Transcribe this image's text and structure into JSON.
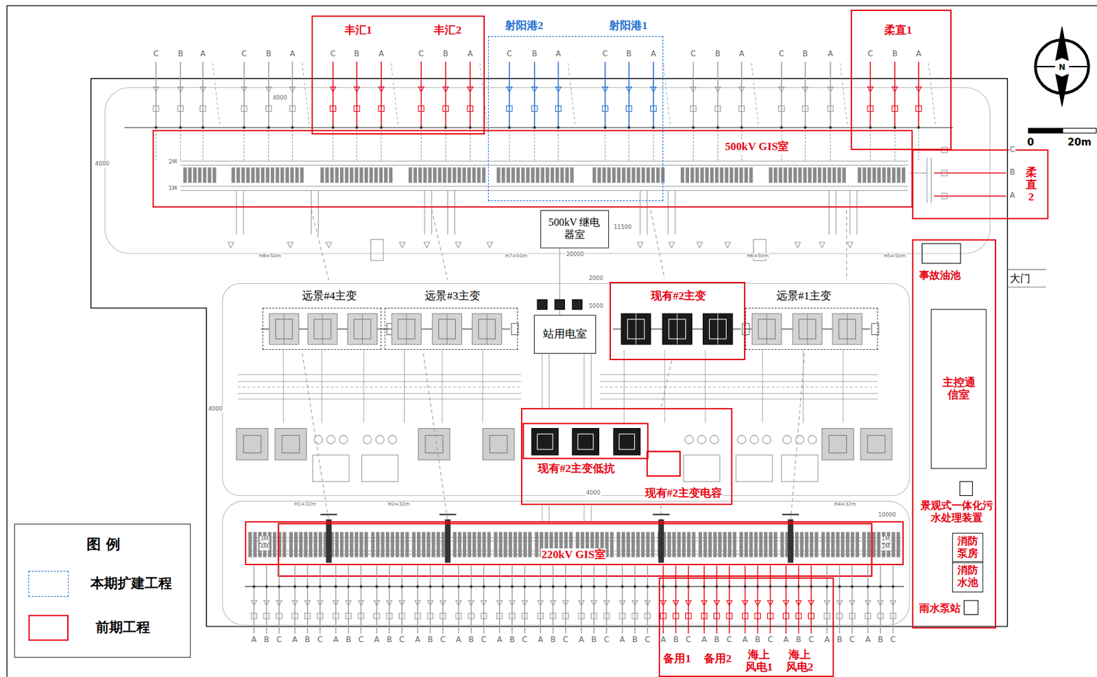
{
  "diagram": {
    "nodes": [
      {
        "text": [
          "丰汇1",
          "丰汇2"
        ]
      },
      {
        "text": [
          "射阳港2",
          "射阳港1"
        ]
      },
      {
        "text": [
          "柔直1"
        ]
      },
      {
        "text": [
          "500kV GIS室"
        ]
      },
      {
        "text": [
          "柔直2"
        ]
      },
      {
        "text": [
          "500kV 继电器室"
        ]
      },
      {
        "text": [
          "事故油池",
          "景观式一体化污水处理装置",
          "雨水泵站"
        ]
      },
      {
        "text": [
          "远景#4主变"
        ]
      },
      {
        "text": [
          "远景#3主变"
        ]
      },
      {
        "text": [
          "站用电室"
        ]
      },
      {
        "text": [
          "现有#2主变"
        ]
      },
      {
        "text": [
          "远景#1主变"
        ]
      },
      {
        "text": [
          "主控通信室"
        ],
        "in": 6
      },
      {
        "text": [
          "现有#2主变低抗",
          "现有#2主变电容"
        ]
      },
      {
        "text": [
          "消防泵房"
        ],
        "in": 6
      },
      {
        "text": [
          "消防水池"
        ],
        "in": 6
      },
      {
        "text": [
          "220kV GIS室"
        ]
      },
      {
        "text": [
          "备用1",
          "备用2",
          "海上风电1",
          "海上风电2"
        ]
      }
    ],
    "labels": [
      "图 例",
      "N",
      "0",
      "20m",
      "大门",
      "2M",
      "1M",
      "4000",
      "4000",
      "20000",
      "11500",
      "2000",
      "5000",
      "4000",
      "4000",
      "10000",
      "H8=50m",
      "H7=50m",
      "H6=50m",
      "H5=50m",
      "H1=32m",
      "H2=32m",
      "H4=32m",
      "3M",
      "4M",
      "1M",
      "2M",
      "C",
      "B",
      "A",
      "C",
      "B",
      "A",
      "C",
      "B",
      "A",
      "C",
      "B",
      "A",
      "C",
      "B",
      "A",
      "C",
      "B",
      "A",
      "C",
      "B",
      "A",
      "C",
      "B",
      "A",
      "C",
      "B",
      "A",
      "C",
      "B",
      "A",
      "A",
      "B",
      "C",
      "A",
      "B",
      "C",
      "A",
      "B",
      "C",
      "A",
      "B",
      "C",
      "A",
      "B",
      "C",
      "A",
      "B",
      "C",
      "A",
      "B",
      "C",
      "A",
      "B",
      "C",
      "A",
      "B",
      "C",
      "A",
      "B",
      "C",
      "A",
      "B",
      "C",
      "A",
      "B",
      "C",
      "A",
      "B",
      "C",
      "A",
      "B",
      "C",
      "A",
      "B",
      "C",
      "A",
      "B",
      "C"
    ],
    "legend": [
      {
        "text": "本期扩建工程"
      },
      {
        "text": "前期工程"
      }
    ]
  }
}
